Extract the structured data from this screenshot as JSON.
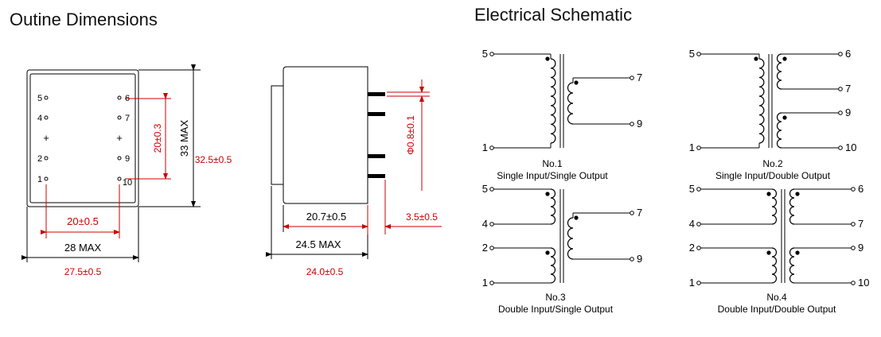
{
  "outline": {
    "title": "Outine Dimensions",
    "top_view": {
      "pins_left": [
        "5",
        "4",
        "+",
        "2",
        "1"
      ],
      "pins_right": [
        "6",
        "7",
        "+",
        "9",
        "10"
      ],
      "dim_pin_vertical": "20±0.3",
      "dim_height_max": "33 MAX",
      "dim_height_tol": "32.5±0.5",
      "dim_pin_horizontal": "20±0.5",
      "dim_width_max": "28 MAX",
      "dim_width_tol": "27.5±0.5"
    },
    "side_view": {
      "dim_pin_dia": "Φ0.8±0.1",
      "dim_body": "20.7±0.5",
      "dim_pin_len": "3.5±0.5",
      "dim_length_max": "24.5 MAX",
      "dim_length_tol": "24.0±0.5"
    },
    "colors": {
      "dimension_red": "#cc0000",
      "line": "#000000"
    }
  },
  "schematic": {
    "title": "Electrical Schematic",
    "diagrams": [
      {
        "number": "No.1",
        "description": "Single Input/Single Output",
        "pins_in": [
          "5",
          "1"
        ],
        "pins_out": [
          "7",
          "9"
        ]
      },
      {
        "number": "No.2",
        "description": "Single Input/Double Output",
        "pins_in": [
          "5",
          "1"
        ],
        "pins_out": [
          "6",
          "7",
          "9",
          "10"
        ]
      },
      {
        "number": "No.3",
        "description": "Double Input/Single Output",
        "pins_in": [
          "5",
          "4",
          "2",
          "1"
        ],
        "pins_out": [
          "7",
          "9"
        ]
      },
      {
        "number": "No.4",
        "description": "Double Input/Double Output",
        "pins_in": [
          "5",
          "4",
          "2",
          "1"
        ],
        "pins_out": [
          "6",
          "7",
          "9",
          "10"
        ]
      }
    ]
  }
}
